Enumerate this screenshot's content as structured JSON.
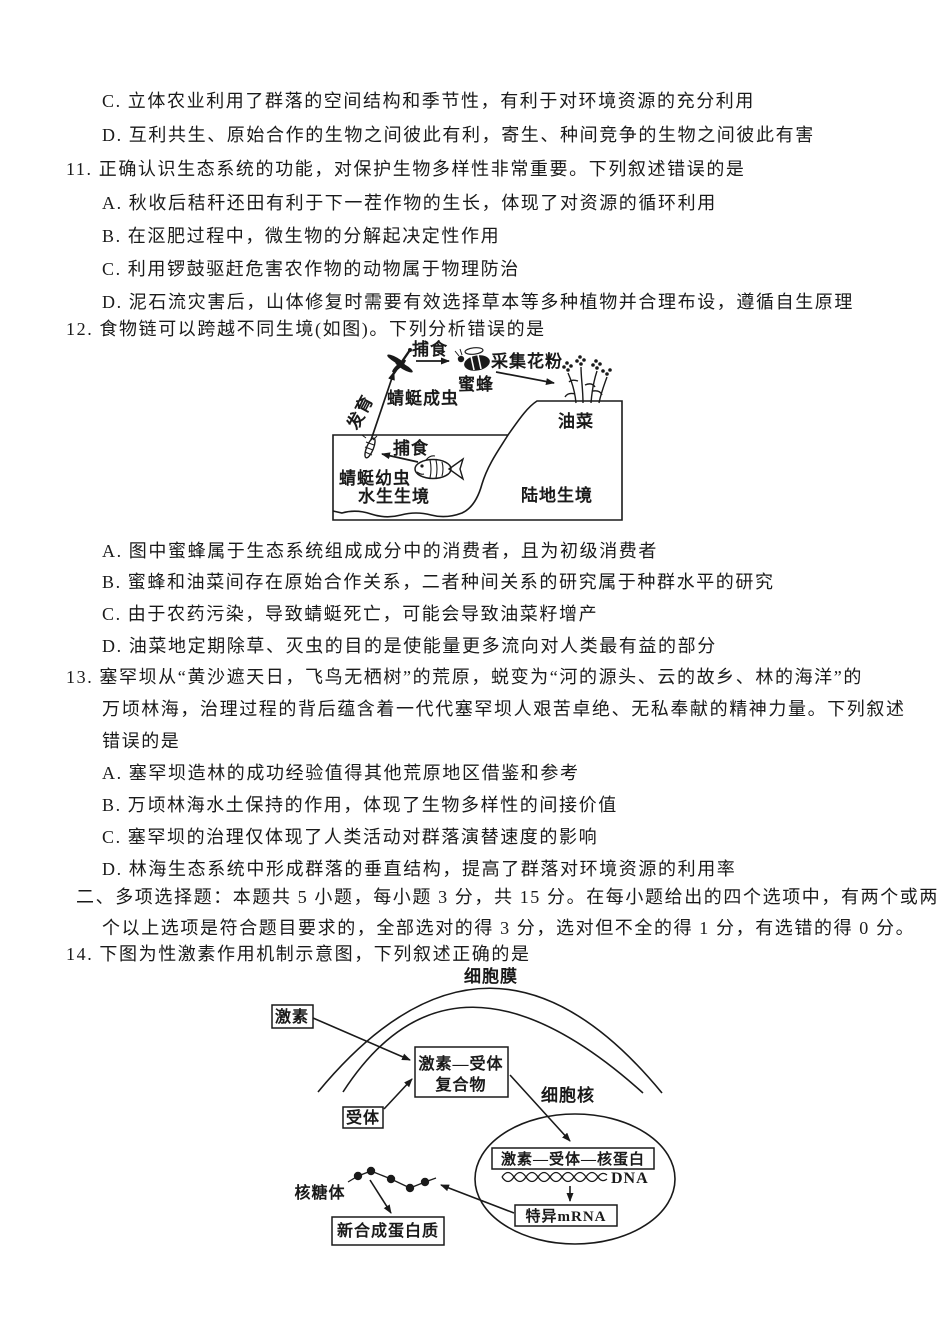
{
  "exam": {
    "q10_partial": {
      "option_c": "C. 立体农业利用了群落的空间结构和季节性，有利于对环境资源的充分利用",
      "option_d": "D. 互利共生、原始合作的生物之间彼此有利，寄生、种间竞争的生物之间彼此有害"
    },
    "q11": {
      "stem": "11. 正确认识生态系统的功能，对保护生物多样性非常重要。下列叙述错误的是",
      "option_a": "A. 秋收后秸秆还田有利于下一茬作物的生长，体现了对资源的循环利用",
      "option_b": "B. 在沤肥过程中，微生物的分解起决定性作用",
      "option_c": "C. 利用锣鼓驱赶危害农作物的动物属于物理防治",
      "option_d": "D. 泥石流灾害后，山体修复时需要有效选择草本等多种植物并合理布设，遵循自生原理"
    },
    "q12": {
      "stem": "12. 食物链可以跨越不同生境(如图)。下列分析错误的是",
      "option_a": "A. 图中蜜蜂属于生态系统组成成分中的消费者，且为初级消费者",
      "option_b": "B. 蜜蜂和油菜间存在原始合作关系，二者种间关系的研究属于种群水平的研究",
      "option_c": "C. 由于农药污染，导致蜻蜓死亡，可能会导致油菜籽增产",
      "option_d": "D. 油菜地定期除草、灭虫的目的是使能量更多流向对人类最有益的部分",
      "figure": {
        "predation_top": "捕食",
        "bee": "蜜蜂",
        "collect_pollen": "采集花粉",
        "adult_dragonfly": "蜻蜓成虫",
        "development": "发育",
        "rape": "油菜",
        "predation_water": "捕食",
        "dragonfly_larva": "蜻蜓幼虫",
        "aquatic_habitat": "水生生境",
        "terrestrial_habitat": "陆地生境"
      }
    },
    "q13": {
      "stem_line1": "13. 塞罕坝从“黄沙遮天日，飞鸟无栖树”的荒原，蜕变为“河的源头、云的故乡、林的海洋”的",
      "stem_line2": "万顷林海，治理过程的背后蕴含着一代代塞罕坝人艰苦卓绝、无私奉献的精神力量。下列叙述",
      "stem_line3": "错误的是",
      "option_a": "A. 塞罕坝造林的成功经验值得其他荒原地区借鉴和参考",
      "option_b": "B. 万顷林海水土保持的作用，体现了生物多样性的间接价值",
      "option_c": "C. 塞罕坝的治理仅体现了人类活动对群落演替速度的影响",
      "option_d": "D. 林海生态系统中形成群落的垂直结构，提高了群落对环境资源的利用率"
    },
    "section2": {
      "header_line1": "二、多项选择题：本题共 5 小题，每小题 3 分，共 15 分。在每小题给出的四个选项中，有两个或两",
      "header_line2": "个以上选项是符合题目要求的，全部选对的得 3 分，选对但不全的得 1 分，有选错的得 0 分。"
    },
    "q14": {
      "stem": "14. 下图为性激素作用机制示意图，下列叙述正确的是",
      "figure": {
        "cell_membrane": "细胞膜",
        "hormone": "激素",
        "receptor": "受体",
        "complex_line1": "激素—受体",
        "complex_line2": "复合物",
        "nucleus": "细胞核",
        "nuclear_complex": "激素—受体—核蛋白",
        "dna": "DNA",
        "specific_mrna": "特异mRNA",
        "ribosome": "核糖体",
        "new_protein": "新合成蛋白质"
      }
    }
  },
  "colors": {
    "ink": "#1a1a1a",
    "paper": "#ffffff"
  }
}
